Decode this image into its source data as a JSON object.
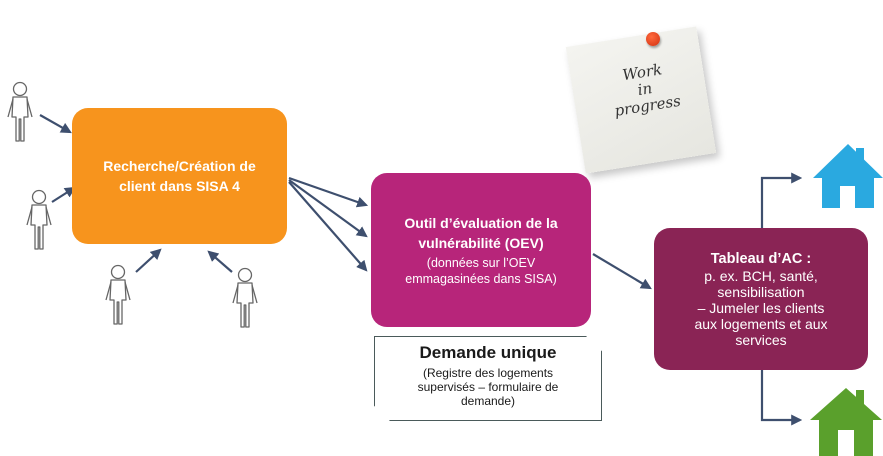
{
  "colors": {
    "orange": "#f7941d",
    "magenta": "#b7257a",
    "plum": "#8a2455",
    "arrow": "#3e4f6e",
    "house_blue": "#2aa9e0",
    "house_green": "#5aa02c"
  },
  "search_box": {
    "line1": "Recherche/Création de",
    "line2": "client dans SISA 4"
  },
  "oev_box": {
    "title_line1": "Outil d’évaluation de la",
    "title_line2": "vulnérabilité (OEV)",
    "note_line1": "(données sur l’OEV",
    "note_line2": "emmagasinées dans SISA)"
  },
  "ac_box": {
    "title": "Tableau d’AC :",
    "line1": "p. ex. BCH, santé,",
    "line2": "sensibilisation",
    "line3": "– Jumeler les clients",
    "line4": "aux logements et aux",
    "line5": "services"
  },
  "demande_box": {
    "title": "Demande unique",
    "line1": "(Registre des logements",
    "line2": "supervisés – formulaire de",
    "line3": "demande)"
  },
  "sticky_note": {
    "text": "Work\nin\nprogress"
  },
  "icons": {
    "person": "person-icon",
    "house": "house-icon"
  }
}
